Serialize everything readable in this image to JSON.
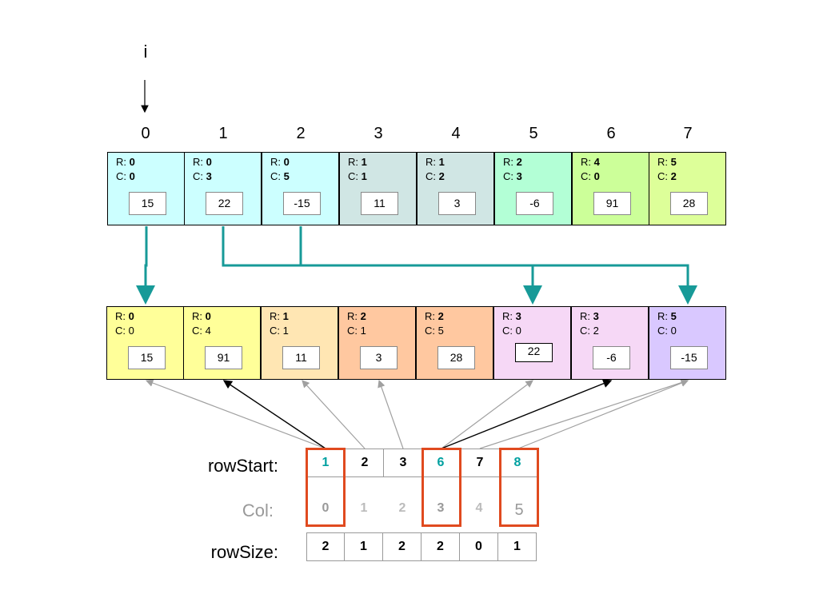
{
  "index_label": "i",
  "indices": [
    "0",
    "1",
    "2",
    "3",
    "4",
    "5",
    "6",
    "7"
  ],
  "top_row": [
    {
      "r": "0",
      "c": "0",
      "v": "15",
      "color": "#ccffff"
    },
    {
      "r": "0",
      "c": "3",
      "v": "22",
      "color": "#ccffff"
    },
    {
      "r": "0",
      "c": "5",
      "v": "-15",
      "color": "#ccffff"
    },
    {
      "r": "1",
      "c": "1",
      "v": "11",
      "color": "#d0e6e4"
    },
    {
      "r": "1",
      "c": "2",
      "v": "3",
      "color": "#d0e6e4"
    },
    {
      "r": "2",
      "c": "3",
      "v": "-6",
      "color": "#b3ffd6"
    },
    {
      "r": "4",
      "c": "0",
      "v": "91",
      "color": "#ccff99"
    },
    {
      "r": "5",
      "c": "2",
      "v": "28",
      "color": "#ddff99"
    }
  ],
  "bottom_row": [
    {
      "r": "0",
      "c": "0",
      "v": "15",
      "color": "#ffff99"
    },
    {
      "r": "0",
      "c": "4",
      "v": "91",
      "color": "#ffff99"
    },
    {
      "r": "1",
      "c": "1",
      "v": "11",
      "color": "#ffe6b3"
    },
    {
      "r": "2",
      "c": "1",
      "v": "3",
      "color": "#ffc8a0"
    },
    {
      "r": "2",
      "c": "5",
      "v": "28",
      "color": "#ffc8a0"
    },
    {
      "r": "3",
      "c": "0",
      "v": "22",
      "color": "#f6d8f6"
    },
    {
      "r": "3",
      "c": "2",
      "v": "-6",
      "color": "#f6d8f6"
    },
    {
      "r": "5",
      "c": "0",
      "v": "-15",
      "color": "#d9c8ff"
    }
  ],
  "r_prefix": "R: ",
  "c_prefix": "C: ",
  "labels": {
    "row_start": "rowStart:",
    "col": "Col:",
    "row_size": "rowSize:"
  },
  "row_start": [
    "1",
    "2",
    "3",
    "6",
    "7",
    "8"
  ],
  "col": [
    "0",
    "1",
    "2",
    "3",
    "4",
    "5"
  ],
  "row_size": [
    "2",
    "1",
    "2",
    "2",
    "0",
    "1"
  ],
  "colors": {
    "teal": "#00a0a0",
    "arrow_teal": "#179a98",
    "red": "#e04a1f",
    "gray": "#a0a0a0"
  }
}
